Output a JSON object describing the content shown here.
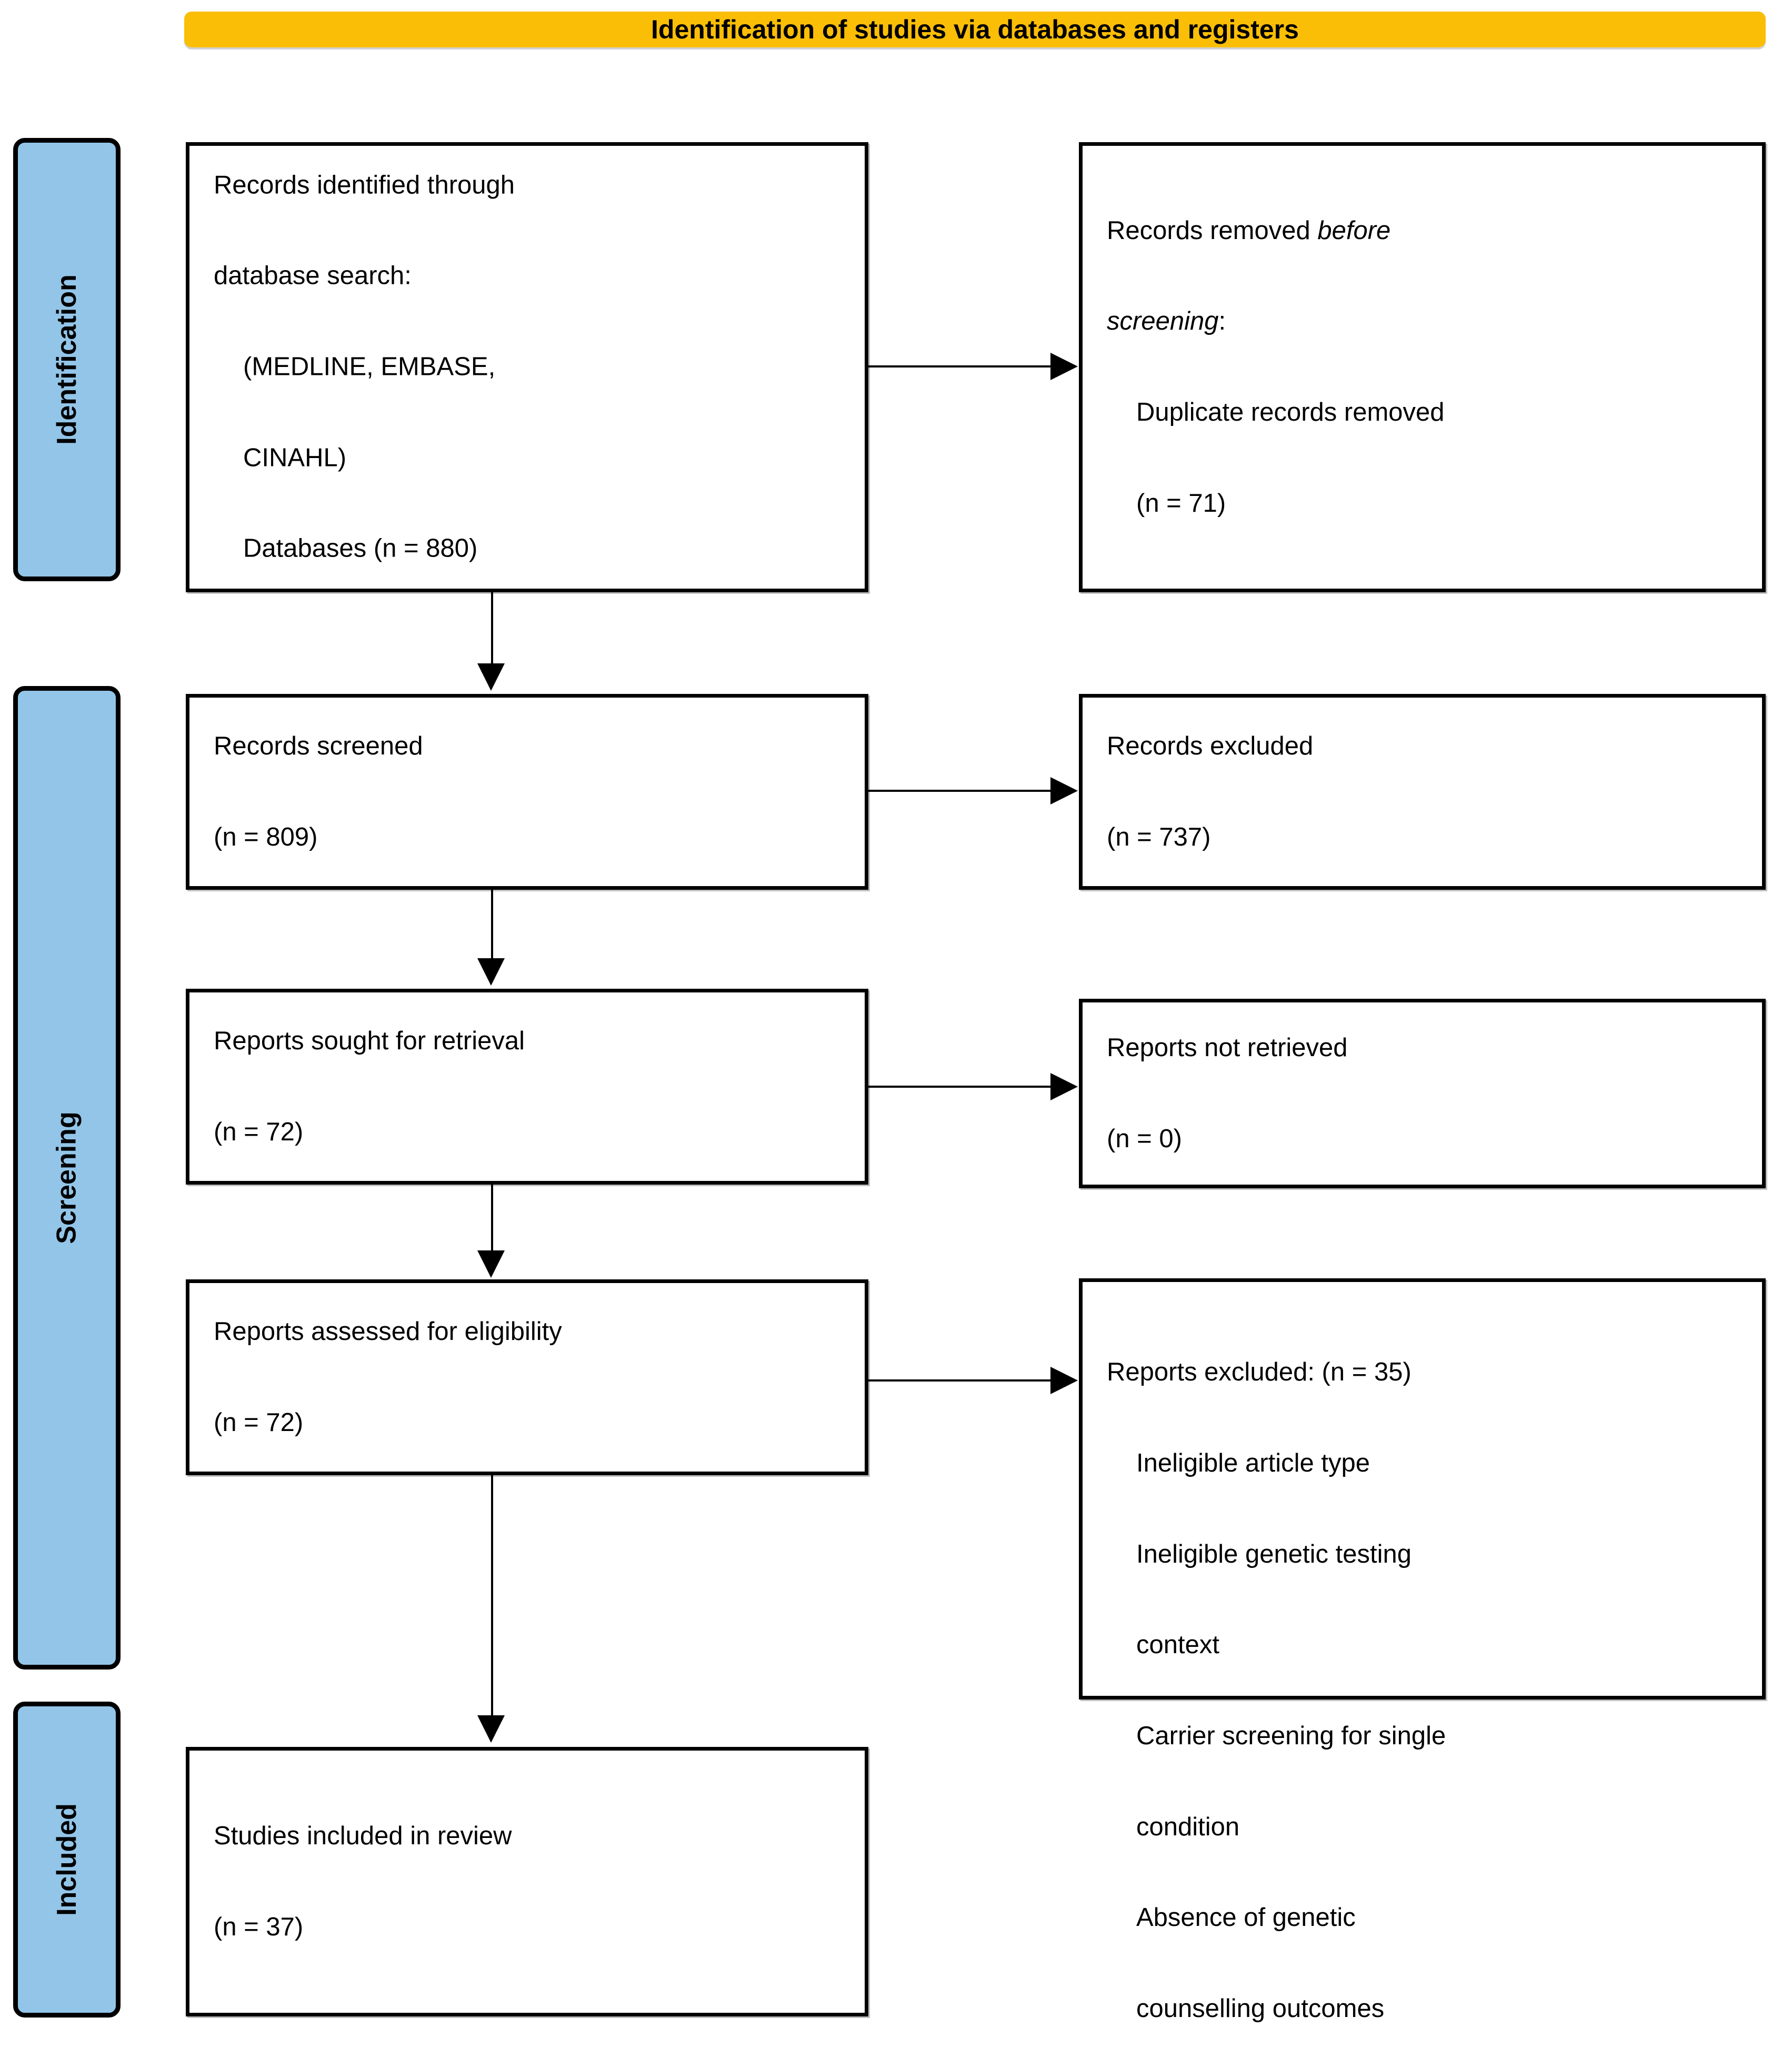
{
  "header": {
    "title": "Identification of studies via databases and registers",
    "background_color": "#FBBE06"
  },
  "stages": [
    {
      "key": "identification",
      "label": "Identification",
      "background_color": "#93C5E8"
    },
    {
      "key": "screening",
      "label": "Screening",
      "background_color": "#93C5E8"
    },
    {
      "key": "included",
      "label": "Included",
      "background_color": "#93C5E8"
    }
  ],
  "boxes": {
    "records_identified": {
      "line1": "Records identified through",
      "line2": "database search:",
      "line3": "(MEDLINE, EMBASE,",
      "line4": "CINAHL)",
      "line5": "Databases (n = 880)",
      "n": 880
    },
    "records_removed": {
      "line1_plain": "Records removed ",
      "line1_italic": "before",
      "line2_italic": "screening",
      "line2_plain": ":",
      "line3": "Duplicate records removed",
      "line4": "(n = 71)",
      "n": 71
    },
    "records_screened": {
      "line1": "Records screened",
      "line2": "(n = 809)",
      "n": 809
    },
    "records_excluded": {
      "line1": "Records excluded",
      "line2": "(n = 737)",
      "n": 737
    },
    "reports_sought": {
      "line1": "Reports sought for retrieval",
      "line2": "(n = 72)",
      "n": 72
    },
    "reports_not_retrieved": {
      "line1": "Reports not retrieved",
      "line2": "(n = 0)",
      "n": 0
    },
    "reports_assessed": {
      "line1": "Reports assessed for eligibility",
      "line2": "(n = 72)",
      "n": 72
    },
    "reports_excluded": {
      "line1": "Reports excluded: (n = 35)",
      "reason1": "Ineligible article type",
      "reason2a": "Ineligible genetic testing",
      "reason2b": "context",
      "reason3a": "Carrier screening for single",
      "reason3b": "condition",
      "reason4a": "Absence of genetic",
      "reason4b": "counselling outcomes",
      "n": 35
    },
    "studies_included": {
      "line1": "Studies included in review",
      "line2": "(n = 37)",
      "n": 37
    }
  }
}
